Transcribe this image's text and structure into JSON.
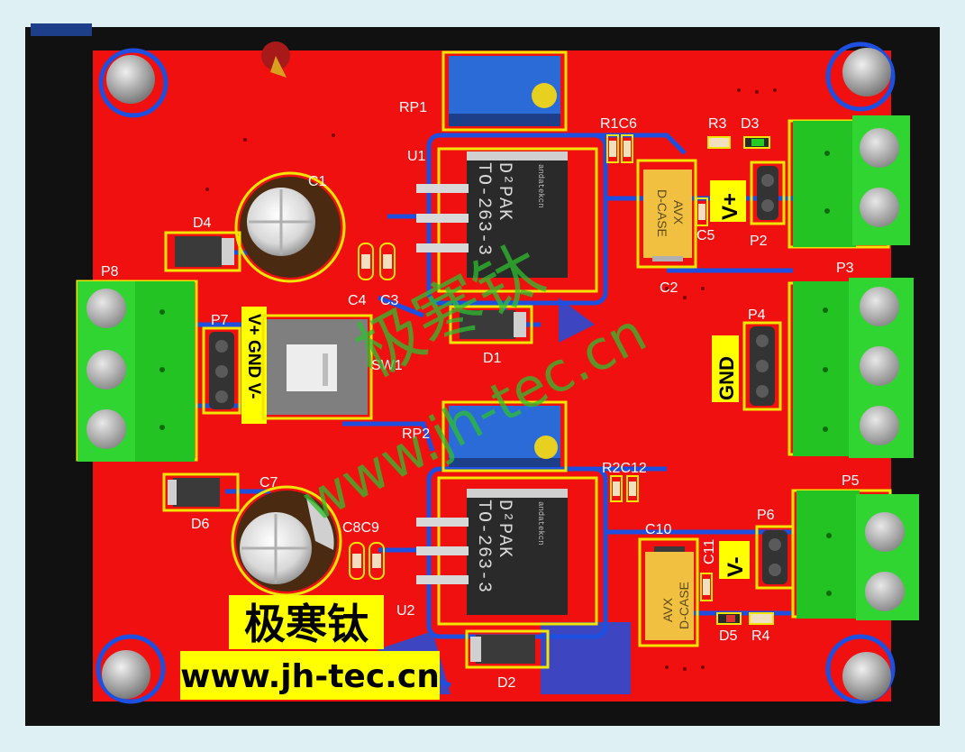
{
  "colors": {
    "board": "#f01010",
    "background": "#101010",
    "trace": "#1d4fe0",
    "silk": "#f2e600",
    "terminal": "#22c322",
    "badge": "#ffff00"
  },
  "board": {
    "refs": {
      "RP1": "RP1",
      "U1": "U1",
      "R1C6": "R1C6",
      "R3": "R3",
      "D3": "D3",
      "C1": "C1",
      "D4": "D4",
      "C5": "C5",
      "P2": "P2",
      "C2": "C2",
      "P3": "P3",
      "P8": "P8",
      "P7": "P7",
      "C4": "C4",
      "C3": "C3",
      "P4": "P4",
      "D1": "D1",
      "SW1": "SW1",
      "RP2": "RP2",
      "R2C12": "R2C12",
      "P5": "P5",
      "C7": "C7",
      "D6": "D6",
      "C8C9": "C8C9",
      "P6": "P6",
      "C10": "C10",
      "C11": "C11",
      "U2": "U2",
      "D5": "D5",
      "R4": "R4",
      "D2": "D2"
    },
    "chip_top": {
      "line1": "D²PAK",
      "line2": "TO-263-3",
      "side": "andatekcn"
    },
    "chip_bottom": {
      "line1": "D²PAK",
      "line2": "TO-263-3",
      "side": "andatekcn"
    },
    "cap_top": {
      "line1": "AVX",
      "line2": "D-CASE"
    },
    "cap_bottom": {
      "line1": "AVX",
      "line2": "D-CASE"
    },
    "badges": {
      "vplus_right": "V+",
      "gnd": "GND",
      "vminus": "V-",
      "left_strip": "V+ GND V-"
    },
    "brand_cn": "极寒钛",
    "brand_url": "www.jh-tec.cn"
  },
  "watermark": {
    "cn": "极寒钛",
    "url": "www.jh-tec.cn"
  }
}
